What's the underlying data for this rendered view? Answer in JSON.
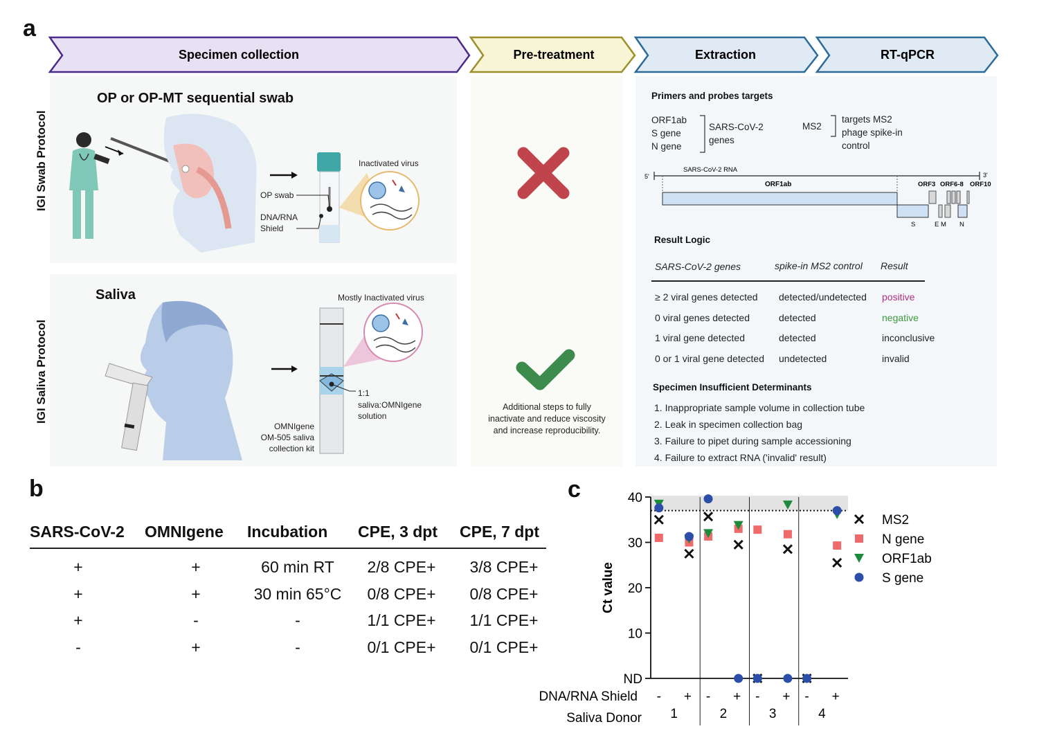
{
  "panel_a": {
    "letter": "a",
    "stages": [
      "Specimen collection",
      "Pre-treatment",
      "Extraction",
      "RT-qPCR"
    ],
    "swab": {
      "side_label": "IGI Swab Protocol",
      "title": "OP or OP-MT sequential swab",
      "inactivated": "Inactivated virus",
      "op_swab": "OP swab",
      "shield_1": "DNA/RNA",
      "shield_2": "Shield"
    },
    "saliva": {
      "side_label": "IGI Saliva Protocol",
      "title": "Saliva",
      "inactivated": "Mostly Inactivated virus",
      "ratio_1": "1:1",
      "ratio_2": "saliva:OMNIgene",
      "ratio_3": "solution",
      "kit_1": "OMNIgene",
      "kit_2": "OM-505 saliva",
      "kit_3": "collection kit"
    },
    "pretreatment_note": [
      "Additional steps to fully",
      "inactivate and reduce viscosity",
      "and increase reproducibility."
    ],
    "primers": {
      "title": "Primers and probes targets",
      "genes": [
        "ORF1ab",
        "S gene",
        "N gene"
      ],
      "sars_1": "SARS-CoV-2",
      "sars_2": "genes",
      "ms2": "MS2",
      "ms2_1": "targets MS2",
      "ms2_2": "phage spike-in",
      "ms2_3": "control"
    },
    "genome": {
      "five": "5'",
      "three": "3'",
      "rna": "SARS-CoV-2 RNA",
      "orf1ab": "ORF1ab",
      "orf3": "ORF3",
      "orf68": "ORF6-8",
      "orf10": "ORF10",
      "s": "S",
      "em": "E M",
      "n": "N"
    },
    "result_logic": {
      "title": "Result Logic",
      "headers": [
        "SARS-CoV-2 genes",
        "spike-in MS2 control",
        "Result"
      ],
      "rows": [
        [
          "≥ 2 viral genes detected",
          "detected/undetected",
          "positive"
        ],
        [
          "0 viral genes detected",
          "detected",
          "negative"
        ],
        [
          "1 viral gene detected",
          "detected",
          "inconclusive"
        ],
        [
          "0 or 1 viral gene detected",
          "undetected",
          "invalid"
        ]
      ],
      "result_colors": [
        "#b0307f",
        "#3c9a3c",
        "#222222",
        "#222222"
      ]
    },
    "insufficient": {
      "title": "Specimen Insufficient Determinants",
      "items": [
        "1. Inappropriate sample volume in collection tube",
        "2. Leak in specimen collection bag",
        "3. Failure to pipet during sample accessioning",
        "4. Failure to extract RNA ('invalid' result)"
      ]
    }
  },
  "panel_b": {
    "letter": "b",
    "headers": [
      "SARS-CoV-2",
      "OMNIgene",
      "Incubation",
      "CPE, 3 dpt",
      "CPE, 7 dpt"
    ],
    "rows": [
      [
        "+",
        "+",
        "60 min RT",
        "2/8 CPE+",
        "3/8 CPE+"
      ],
      [
        "+",
        "+",
        "30 min 65°C",
        "0/8 CPE+",
        "0/8 CPE+"
      ],
      [
        "+",
        "-",
        "-",
        "1/1 CPE+",
        "1/1 CPE+"
      ],
      [
        "-",
        "+",
        "-",
        "0/1 CPE+",
        "0/1 CPE+"
      ]
    ]
  },
  "panel_c": {
    "letter": "c"
  },
  "chart_data": {
    "type": "scatter",
    "ylabel": "Ct value",
    "yticks": [
      "ND",
      "10",
      "20",
      "30",
      "40"
    ],
    "ylim": [
      0,
      40
    ],
    "cutoff": 37,
    "shield_labels": [
      "-",
      "+",
      "-",
      "+",
      "-",
      "+",
      "-",
      "+"
    ],
    "row_labels": [
      "DNA/RNA Shield",
      "Saliva Donor"
    ],
    "donors": [
      "1",
      "2",
      "3",
      "4"
    ],
    "legend_placement": "right",
    "series": [
      {
        "name": "MS2",
        "marker": "x",
        "color": "#111111",
        "points": [
          [
            0,
            35
          ],
          [
            1,
            27.5
          ],
          [
            2,
            35.7
          ],
          [
            3,
            29.5
          ],
          [
            4,
            0
          ],
          [
            5,
            28.5
          ],
          [
            6,
            0
          ],
          [
            7,
            25.5
          ]
        ]
      },
      {
        "name": "N gene",
        "marker": "square",
        "color": "#ef6b6b",
        "points": [
          [
            0,
            31
          ],
          [
            1,
            30
          ],
          [
            2,
            31.3
          ],
          [
            3,
            33
          ],
          [
            4,
            32.8
          ],
          [
            5,
            31.8
          ],
          [
            7,
            29.3
          ]
        ]
      },
      {
        "name": "ORF1ab",
        "marker": "triangle",
        "color": "#1e8a3c",
        "points": [
          [
            0,
            38.5
          ],
          [
            1,
            30.8
          ],
          [
            2,
            32
          ],
          [
            3,
            33.8
          ],
          [
            5,
            38.3
          ],
          [
            7,
            36.2
          ]
        ]
      },
      {
        "name": "S gene",
        "marker": "circle",
        "color": "#2b4fa8",
        "points": [
          [
            0,
            37.6
          ],
          [
            1,
            31.3
          ],
          [
            2,
            39.6
          ],
          [
            3,
            0
          ],
          [
            4,
            0
          ],
          [
            5,
            0
          ],
          [
            6,
            0
          ],
          [
            7,
            37
          ]
        ]
      }
    ]
  }
}
